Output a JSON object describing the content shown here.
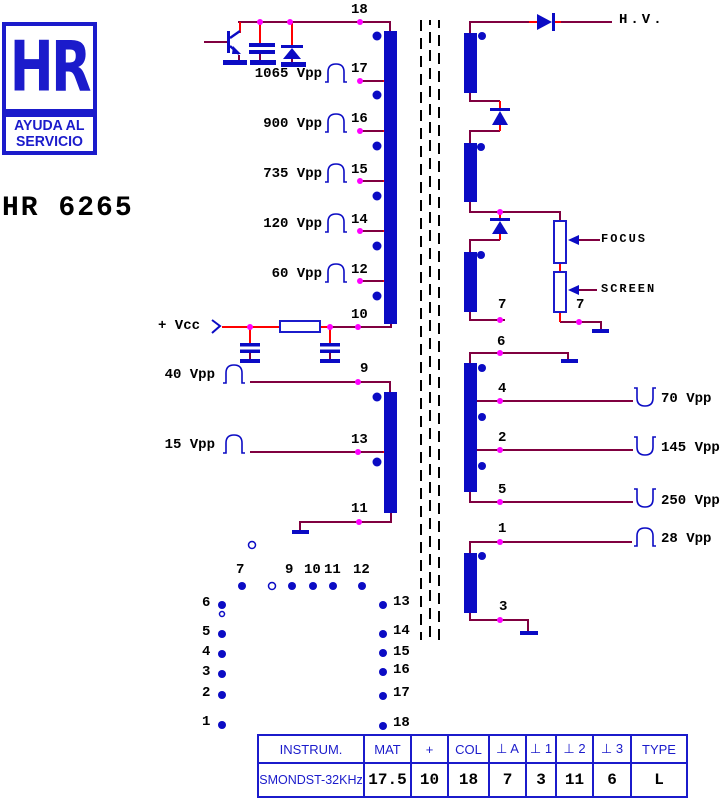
{
  "logo": {
    "brand": "HR",
    "tagline1": "AYUDA AL",
    "tagline2": "SERVICIO"
  },
  "title": "HR 6265",
  "colors": {
    "component_blue": "#0b0bc4",
    "logo_blue": "#1b1bcb",
    "wire_maroon": "#800040",
    "wire_red": "#ff0000",
    "junction_magenta": "#ff00ff",
    "core_black": "#000000"
  },
  "labels": {
    "vcc": "+ Vcc",
    "hv": "H.V.",
    "focus": "FOCUS",
    "screen": "SCREEN"
  },
  "primary": {
    "pin18": "18",
    "pin17": "17",
    "pin16": "16",
    "pin15": "15",
    "pin14": "14",
    "pin12": "12",
    "pin10": "10",
    "pin9": "9",
    "pin13": "13",
    "pin11": "11",
    "v17": "1065 Vpp",
    "v16": "900 Vpp",
    "v15": "735 Vpp",
    "v14": "120 Vpp",
    "v12": "60 Vpp",
    "v9": "40 Vpp",
    "v13": "15 Vpp"
  },
  "secondary": {
    "pin7_screen": "7",
    "pin7_winding": "7",
    "pin6": "6",
    "pin4": "4",
    "pin2": "2",
    "pin5": "5",
    "pin1": "1",
    "pin3": "3",
    "v4": "70 Vpp",
    "v2": "145 Vpp",
    "v5": "250 Vpp",
    "v1": "28 Vpp"
  },
  "pin_diagram": {
    "top": [
      "7",
      "9",
      "10",
      "11",
      "12"
    ],
    "left": [
      "6",
      "5",
      "4",
      "3",
      "2",
      "1"
    ],
    "right": [
      "13",
      "14",
      "15",
      "16",
      "17",
      "18"
    ]
  },
  "table": {
    "headers": [
      "INSTRUM.",
      "MAT",
      "+",
      "COL",
      "⊥ A",
      "⊥ 1",
      "⊥ 2",
      "⊥ 3",
      "TYPE"
    ],
    "row": [
      "SMONDST-32KHz",
      "17.5",
      "10",
      "18",
      "7",
      "3",
      "11",
      "6",
      "L"
    ]
  }
}
